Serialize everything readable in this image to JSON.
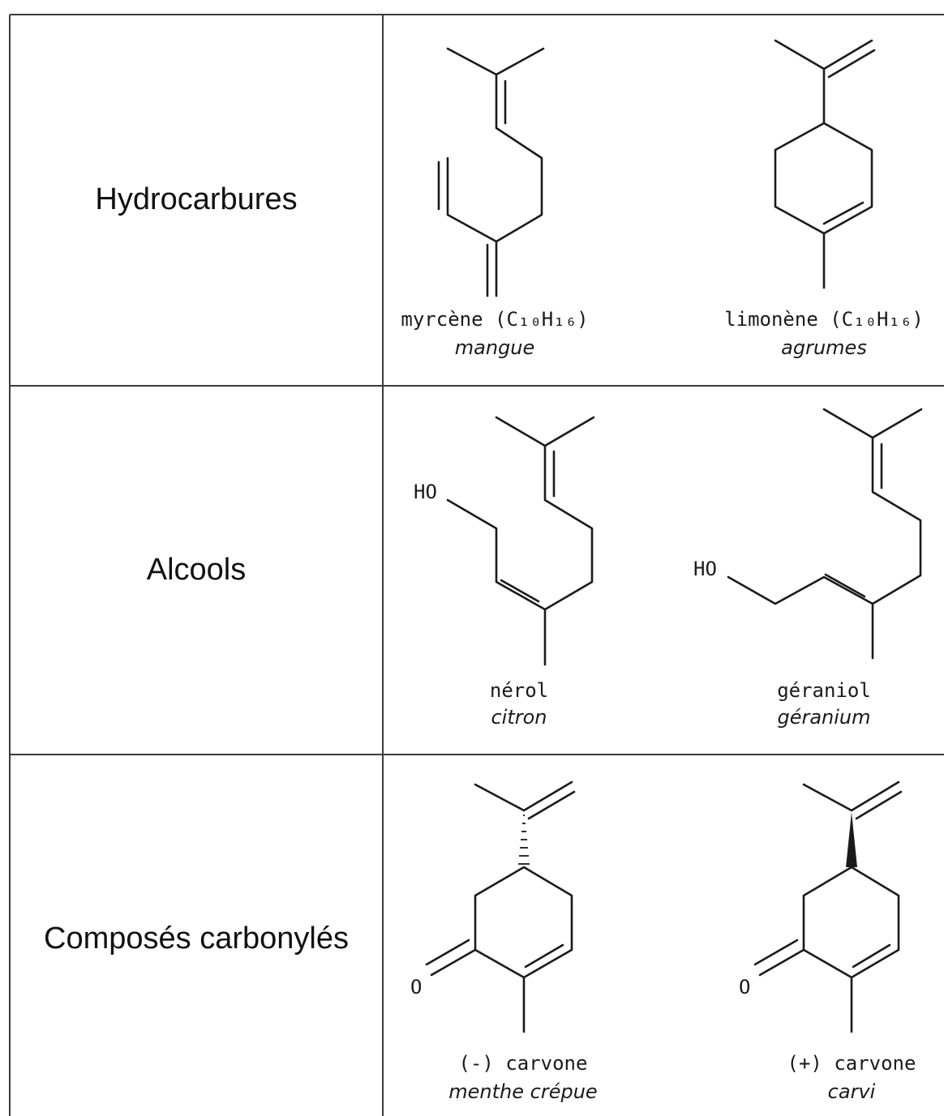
{
  "rows": [
    {
      "label": "Hydrocarbures",
      "compounds": [
        {
          "name": "myrcène (C₁₀H₁₆)",
          "smell": "mangue"
        },
        {
          "name": "limonène (C₁₀H₁₆)",
          "smell": "agrumes"
        }
      ]
    },
    {
      "label": "Alcools",
      "compounds": [
        {
          "name": "nérol",
          "smell": "citron",
          "atom": "HO"
        },
        {
          "name": "géraniol",
          "smell": "géranium",
          "atom": "HO"
        }
      ]
    },
    {
      "label": "Composés carbonylés",
      "compounds": [
        {
          "name": "(-) carvone",
          "smell": "menthe crépue",
          "atom": "O"
        },
        {
          "name": "(+) carvone",
          "smell": "carvi",
          "atom": "O"
        }
      ]
    }
  ]
}
